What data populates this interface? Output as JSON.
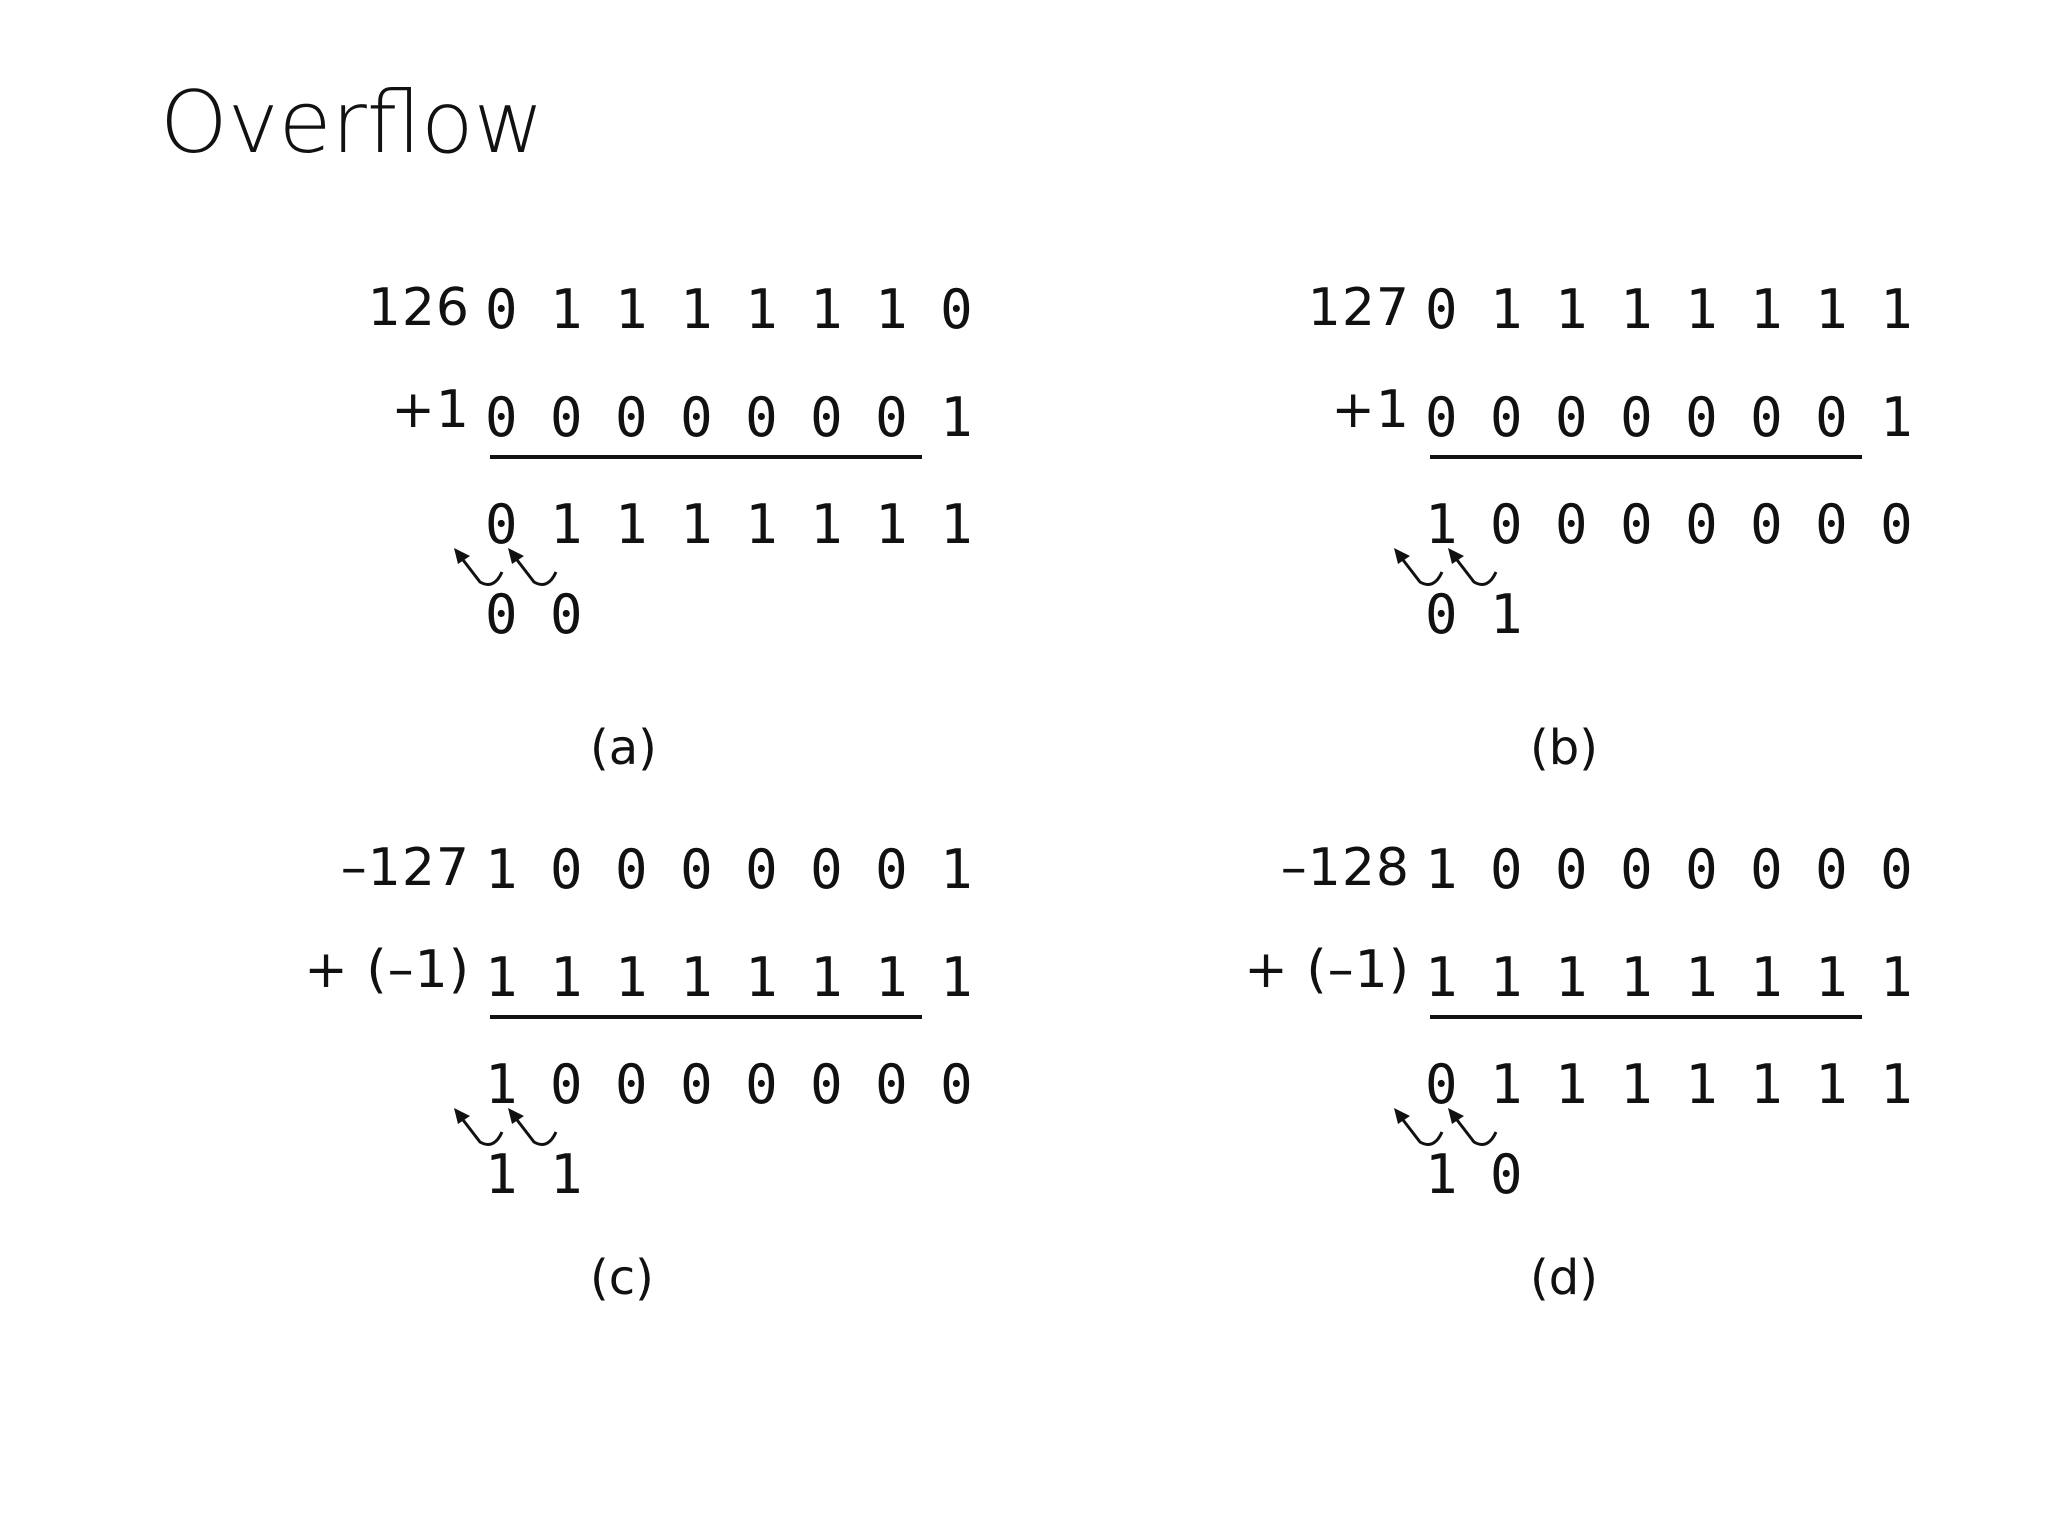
{
  "title": "Overflow",
  "panels": [
    {
      "caption": "(a)",
      "operand1_label": "126",
      "operand2_label": "+1",
      "operand1_bits": "0 1 1 1 1 1 1 0",
      "operand2_bits": "0 0 0 0 0 0 0 1",
      "result_bits": "0 1 1 1 1 1 1 1",
      "carries": "0 0"
    },
    {
      "caption": "(b)",
      "operand1_label": "127",
      "operand2_label": "+1",
      "operand1_bits": "0 1 1 1 1 1 1 1",
      "operand2_bits": "0 0 0 0 0 0 0 1",
      "result_bits": "1 0 0 0 0 0 0 0",
      "carries": "0 1"
    },
    {
      "caption": "(c)",
      "operand1_label": "–127",
      "operand2_label": "+ (–1)",
      "operand1_bits": "1 0 0 0 0 0 0 1",
      "operand2_bits": "1 1 1 1 1 1 1 1",
      "result_bits": "1 0 0 0 0 0 0 0",
      "carries": "1 1"
    },
    {
      "caption": "(d)",
      "operand1_label": "–128",
      "operand2_label": "+ (–1)",
      "operand1_bits": "1 0 0 0 0 0 0 0",
      "operand2_bits": "1 1 1 1 1 1 1 1",
      "result_bits": "0 1 1 1 1 1 1 1",
      "carries": "1 0"
    }
  ]
}
